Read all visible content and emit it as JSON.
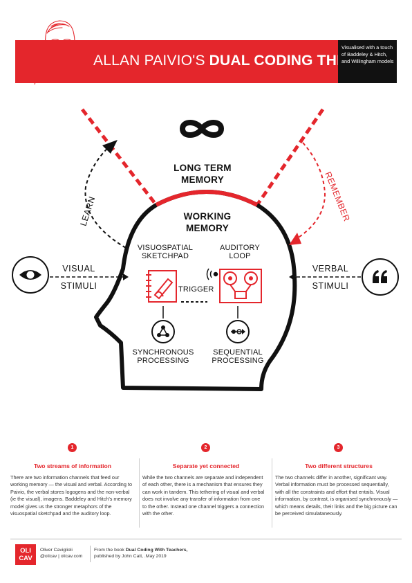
{
  "header": {
    "title_prefix": "ALLAN PAIVIO'S",
    "title_bold": "DUAL CODING THEORY",
    "subtitle": "Visualised with a touch of Baddeley & Hitch, and Willingham models"
  },
  "diagram": {
    "long_term_memory": [
      "LONG TERM",
      "MEMORY"
    ],
    "working_memory": [
      "WORKING",
      "MEMORY"
    ],
    "learn": "LEARN",
    "remember": "REMEMBER",
    "visuospatial": [
      "VISUOSPATIAL",
      "SKETCHPAD"
    ],
    "auditory": [
      "AUDITORY",
      "LOOP"
    ],
    "trigger": "TRIGGER",
    "synchronous": [
      "SYNCHRONOUS",
      "PROCESSING"
    ],
    "sequential": [
      "SEQUENTIAL",
      "PROCESSING"
    ],
    "visual_stimuli": [
      "VISUAL",
      "STIMULI"
    ],
    "verbal_stimuli": [
      "VERBAL",
      "STIMULI"
    ],
    "accent_color": "#e4262c",
    "icons": [
      "infinity-icon",
      "eye-icon",
      "quote-icon",
      "sketchpad-icon",
      "tape-recorder-icon",
      "sound-waves-icon",
      "network-icon",
      "sequence-icon"
    ]
  },
  "columns": [
    {
      "number": "1",
      "heading": "Two streams of information",
      "lines": [
        "There are two information channels that feed our",
        "working memory — the visual and verbal. According to",
        "Paivio, the verbal stores logogens and the non-verbal",
        "(ie the visual), imagens. Baddeley and Hitch's memory",
        "model gives us the stronger metaphors of the",
        "visuospatial sketchpad and the auditory loop."
      ]
    },
    {
      "number": "2",
      "heading": "Separate yet connected",
      "lines": [
        "While the two channels are separate and independent",
        "of each other, there is a  mechanism that ensures they",
        "can work in tandem. This tethering of visual and verbal",
        "does not involve any transfer of information from one",
        "to the other. Instead one channel triggers a connection",
        "with the other."
      ]
    },
    {
      "number": "3",
      "heading": "Two different structures",
      "lines": [
        "The two channels differ in another, significant way.",
        "Verbal information must be processed sequentially,",
        "with all the constraints and effort that entails. Visual",
        "information, by contrast, is organised synchronously —",
        "which means details, their links and the big picture can",
        "be perceived simulataneously."
      ]
    }
  ],
  "footer": {
    "logo_line1": "OLI",
    "logo_line2": "CAV",
    "author": "Oliver Caviglioli",
    "handles": "@olicav | olicav.com",
    "book_prefix": "From the book",
    "book_title": "Dual Coding With Teachers,",
    "publisher": "published by John Catt, .May 2019"
  }
}
